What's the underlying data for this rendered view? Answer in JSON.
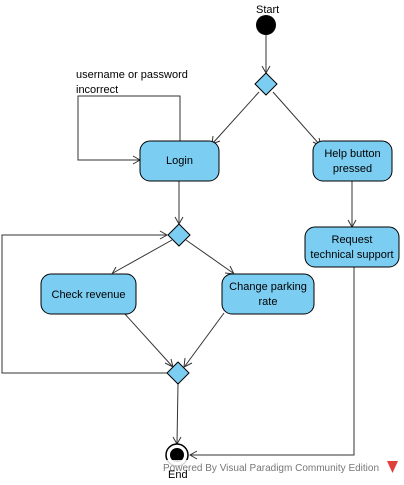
{
  "nodes": {
    "start_label": "Start",
    "end_label": "End",
    "login": "Login",
    "help": [
      "Help button",
      "pressed"
    ],
    "request": [
      "Request",
      "technical support"
    ],
    "check_revenue": "Check revenue",
    "change_rate": [
      "Change parking",
      "rate"
    ]
  },
  "annotations": {
    "loop_note": [
      "username or password",
      "incorrect"
    ]
  },
  "watermark": {
    "text": "Powered By  Visual Paradigm Community Edition",
    "logo_color": "#e0403a"
  },
  "colors": {
    "activity_fill": "#7ccdf2",
    "start_fill": "#000000"
  }
}
